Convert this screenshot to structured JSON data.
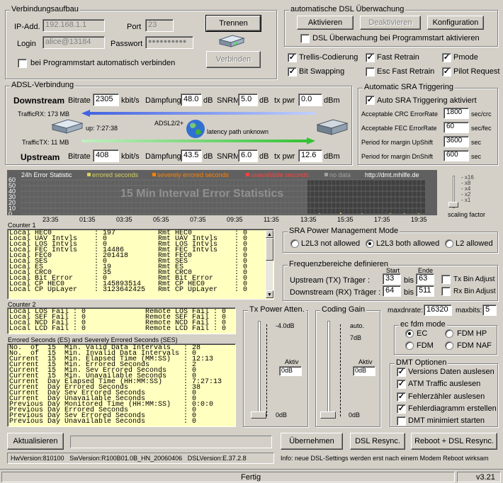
{
  "conn": {
    "title": "Verbindungsaufbau",
    "ip_label": "IP-Add.",
    "ip": "192.168.1.1",
    "port_label": "Port",
    "port": "23",
    "login_label": "Login",
    "login": "alice@13184",
    "pass_label": "Passwort",
    "pass": "●●●●●●●●●●",
    "trennen": "Trennen",
    "verbinden": "Verbinden",
    "auto": "bei Programmstart automatisch verbinden"
  },
  "watch": {
    "title": "automatische DSL Überwachung",
    "aktivieren": "Aktivieren",
    "deaktivieren": "Deaktivieren",
    "konfiguration": "Konfiguration",
    "autostart": "DSL Überwachung bei Programmstart aktivieren"
  },
  "opts": {
    "trellis": "Trellis-Codierung",
    "fastretrain": "Fast Retrain",
    "pmode": "Pmode",
    "bitswap": "Bit Swapping",
    "escfast": "Esc Fast Retrain",
    "pilot": "Pilot Request"
  },
  "adsl": {
    "title": "ADSL-Verbindung",
    "down": "Downstream",
    "up": "Upstream",
    "bitrate": "Bitrate",
    "down_rate": "2305",
    "up_rate": "408",
    "kbits": "kbit/s",
    "daempfung": "Dämpfung",
    "down_att": "48.0",
    "up_att": "43.5",
    "db": "dB",
    "snrm": "SNRM",
    "down_snr": "5.0",
    "up_snr": "6.0",
    "txpwr": "tx pwr",
    "down_pwr": "0.0",
    "up_pwr": "12.6",
    "dbm": "dBm",
    "trafficrx": "TrafficRX: 173 MB",
    "traffictx": "TrafficTX: 11 MB",
    "uptime": "up: 7:27:38",
    "mode": "ADSL2/2+",
    "latency": "latency path unknown"
  },
  "sra": {
    "title": "Automatic SRA Triggering",
    "auto": "Auto SRA Triggering aktiviert",
    "crc_label": "Acceptable CRC ErrorRate",
    "crc": "1800",
    "crc_unit": "sec/crc",
    "fec_label": "Acceptable FEC ErrorRate",
    "fec": "60",
    "fec_unit": "sec/fec",
    "up_label": "Period for margin UpShift",
    "up": "3600",
    "up_unit": "sec",
    "dn_label": "Period for margin DnShift",
    "dn": "600",
    "dn_unit": "sec"
  },
  "chart_data": {
    "type": "bar",
    "title": "15 Min Interval Error Statistics",
    "legend": [
      "24h Error Statistic",
      "errored seconds",
      "severely errored seconds",
      "unavailable seconds",
      "no data",
      "http://dmt.mhilfe.de"
    ],
    "y_ticks": [
      "60",
      "50",
      "40",
      "30",
      "20",
      "10",
      "0"
    ],
    "x_ticks": [
      "23:35",
      "01:35",
      "03:35",
      "05:35",
      "07:35",
      "09:35",
      "11:35",
      "13:35",
      "15:35",
      "17:35",
      "19:35"
    ],
    "ylim": [
      0,
      60
    ],
    "colors": {
      "errored": "#d4d060",
      "severe": "#ff8000",
      "unavailable": "#ff4040",
      "nodata": "#a0a0a0"
    }
  },
  "scale": {
    "ticks": [
      "x16",
      "x8",
      "x4",
      "x2",
      "x1"
    ],
    "label": "scaling factor"
  },
  "counter1": {
    "title": "Counter 1",
    "rows": [
      "Local HEC0          : 197          Rmt HEC0          : 0",
      "Local UAV Intvls    : 0            Rmt UAV Intvls    : 0",
      "Local LOS Intvls    : 0            Rmt LOS Intvls    : 0",
      "Local FEC Intvls    : 14486        Rmt FEC Intvls    : 0",
      "Local FEC0          : 201418       Rmt FEC0          : 0",
      "Local SES           : 0            Rmt SES           : 0",
      "Local ES            : 19           Rmt ES            : 0",
      "Local CRC0          : 35           Rmt CRC0          : 0",
      "Local Bit Error     : 0            Rmt Bit Error     : 0",
      "Local CP HEC0       : 145893514    Rmt CP HEC0       : 0",
      "Local CP UpLayer    : 3123642425   Rmt CP UpLayer    : 0"
    ]
  },
  "counter2": {
    "title": "Counter 2",
    "rows": [
      "Local LOS Fail : 0              Remote LOS Fail : 0",
      "Local SEF Fail : 0              Remote SEF Fail : 0",
      "Local NCD Fail : 0              Remote NCD Fail : 0",
      "Local LCD Fail : 0              Remote LCD Fail : 0"
    ]
  },
  "ses": {
    "title": "Errored Seconds (ES) and Severely Errored Seconds (SES)",
    "rows": [
      "No.  of  15  Min. Valid Data Intervals   : 28",
      "No.  of  15  Min. Invalid Data Intervals : 0",
      "Current  15  Min. Elapsed Time (MM:SS)   : 12:13",
      "Current  15  Min. Errored Seconds        : 2",
      "Current  15  Min. Sev Errored Seconds    : 0",
      "Current  15  Min. Unavailable Seconds    : 0",
      "Current  Day Elapsed Time (HH:MM:SS)     : 7:27:13",
      "Current  Day Errored Seconds             : 38",
      "Current  Day Sev Errored Seconds         : 0",
      "Current  Day Unavailable Seconds         : 0",
      "Previous Day Monitored Time (HH:MM:SS)   : 0:0:0",
      "Previous Day Errored Seconds             : 0",
      "Previous Day Sev Errored Seconds         : 0",
      "Previous Day Unavailable Seconds         : 0"
    ]
  },
  "srapm": {
    "title": "SRA Power Management Mode",
    "opt1": "L2L3 not allowed",
    "opt2": "L2L3 both allowed",
    "opt3": "L2 allowed"
  },
  "freq": {
    "title": "Frequenzbereiche definieren",
    "start": "Start",
    "ende": "Ende",
    "up_label": "Upstream (TX) Träger :",
    "up_start": "33",
    "up_end": "63",
    "dn_label": "Downstream (RX) Träger :",
    "dn_start": "64",
    "dn_end": "511",
    "bis": "bis",
    "txadj": "Tx Bin Adjust",
    "rxadj": "Rx Bin Adjust"
  },
  "txpower": {
    "title": "Tx Power Atten.",
    "top": "-4.0dB",
    "bottom": "0dB",
    "aktiv": "Aktiv",
    "value": "0dB"
  },
  "coding": {
    "title": "Coding Gain",
    "auto": "auto.",
    "seven": "7dB",
    "bottom": "0dB",
    "aktiv": "Aktiv",
    "value": "0dB"
  },
  "maxd": {
    "label": "maxdnrate:",
    "value": "16320",
    "bits_label": "maxbits:",
    "bits": "5"
  },
  "ecfdm": {
    "title": "ec fdm mode",
    "ec": "EC",
    "fdmhp": "FDM HP",
    "fdm": "FDM",
    "fdmnaf": "FDM NAF"
  },
  "dmt": {
    "title": "DMT Optionen",
    "o1": "Versions Daten auslesen",
    "o2": "ATM Traffic auslesen",
    "o3": "Fehlerzähler auslesen",
    "o4": "Fehlerdiagramm erstellen",
    "o5": "DMT minimiert starten"
  },
  "bottom": {
    "aktualisieren": "Aktualisieren",
    "uebernehmen": "Übernehmen",
    "resync": "DSL Resync.",
    "reboot": "Reboot + DSL Resync.",
    "hw": "HwVersion:810100",
    "sw": "SwVersion:R100B01.0B_HN_20060406",
    "dslv": "DSLVersion:E.37.2.8",
    "info": "Info: neue DSL-Settings werden erst nach einem Modem Reboot wirksam",
    "status": "Fertig",
    "version": "v3.21"
  }
}
